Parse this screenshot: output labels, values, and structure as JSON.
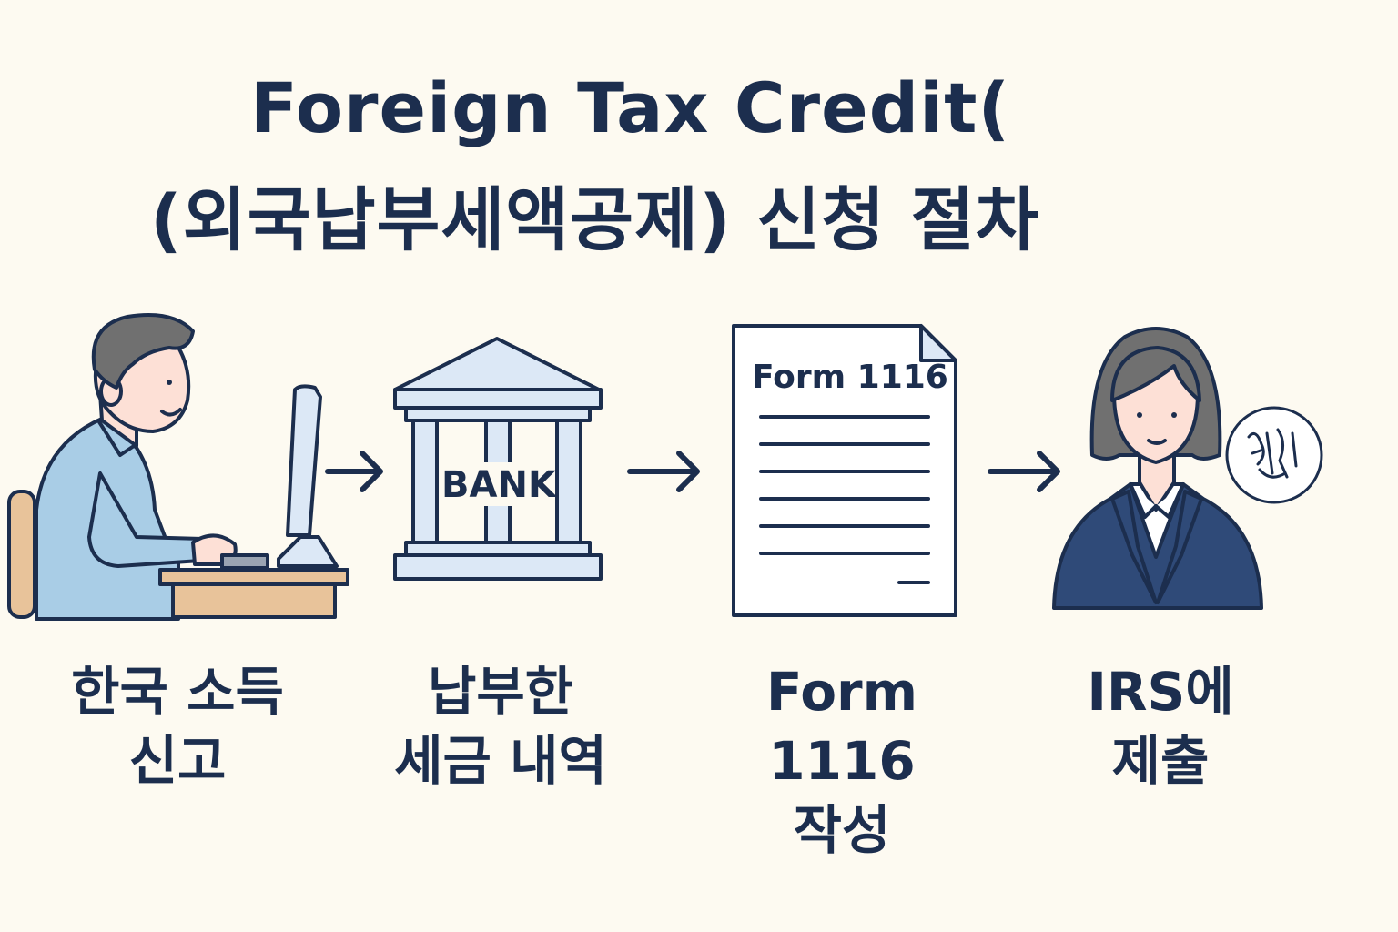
{
  "title": {
    "line1": "Foreign Tax Credit(",
    "line2": "(외국납부세액공제) 신청 절차"
  },
  "steps": [
    {
      "label_line1": "한국 소득",
      "label_line2": "신고"
    },
    {
      "icon_text": "BANK",
      "label_line1": "납부한",
      "label_line2": "세금 내역"
    },
    {
      "icon_text": "Form 1116",
      "label_line1": "Form",
      "label_line2": "1116",
      "label_line3": "작성"
    },
    {
      "label_line1": "IRS에",
      "label_line2": "제출"
    }
  ],
  "colors": {
    "background": "#fdfaf1",
    "ink": "#1c2e4e",
    "shirt": "#a9cde6",
    "hair": "#707070",
    "skin": "#fde0d6",
    "desk": "#e8c39a",
    "bank": "#dce8f6",
    "suit": "#2f4a78"
  }
}
